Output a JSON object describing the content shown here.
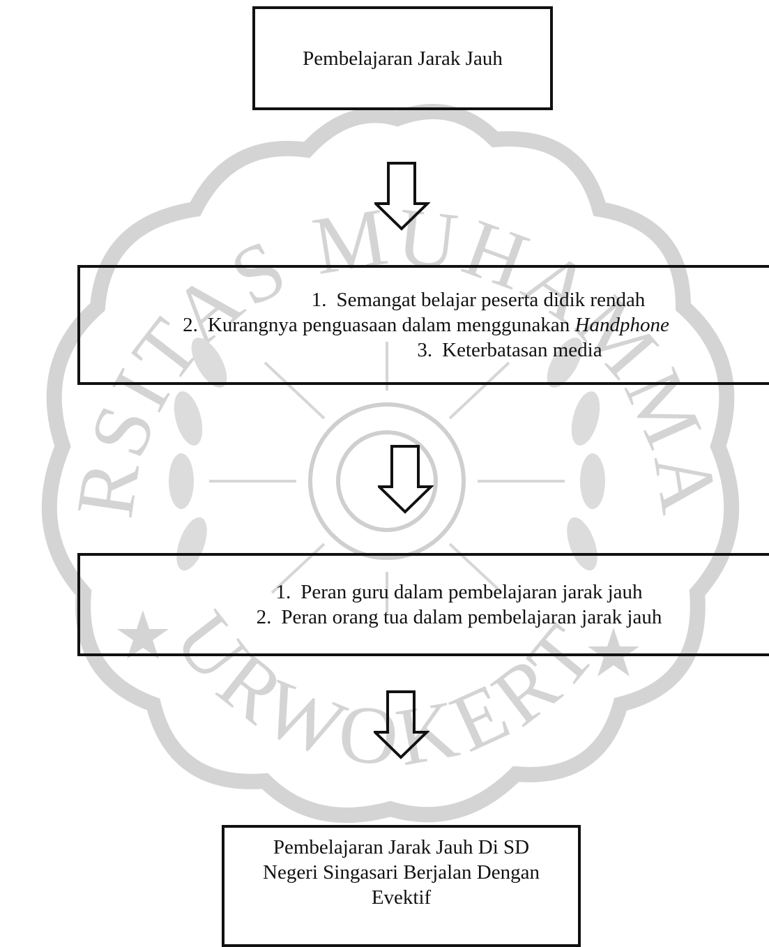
{
  "diagram": {
    "box_top": {
      "label": "Pembelajaran Jarak Jauh"
    },
    "box_problems": {
      "items": [
        {
          "number": "1.",
          "text": "Semangat belajar peserta didik rendah",
          "suffix": ""
        },
        {
          "number": "2.",
          "text": "Kurangnya penguasaan dalam menggunakan ",
          "suffix": "Handphone"
        },
        {
          "number": "3.",
          "text": "Keterbatasan media",
          "suffix": ""
        }
      ]
    },
    "box_roles": {
      "items": [
        {
          "number": "1.",
          "text": "Peran guru dalam pembelajaran jarak jauh"
        },
        {
          "number": "2.",
          "text": "Peran orang tua dalam pembelajaran jarak jauh"
        }
      ]
    },
    "box_result": {
      "lines": [
        "Pembelajaran Jarak Jauh Di SD",
        "Negeri Singasari Berjalan Dengan",
        "Evektif"
      ]
    }
  },
  "watermark": {
    "text_top": "UNIVERSITAS MUHAMMADIYAH",
    "text_bottom": "PURWOKERTO",
    "color": "#d4d4d4"
  }
}
